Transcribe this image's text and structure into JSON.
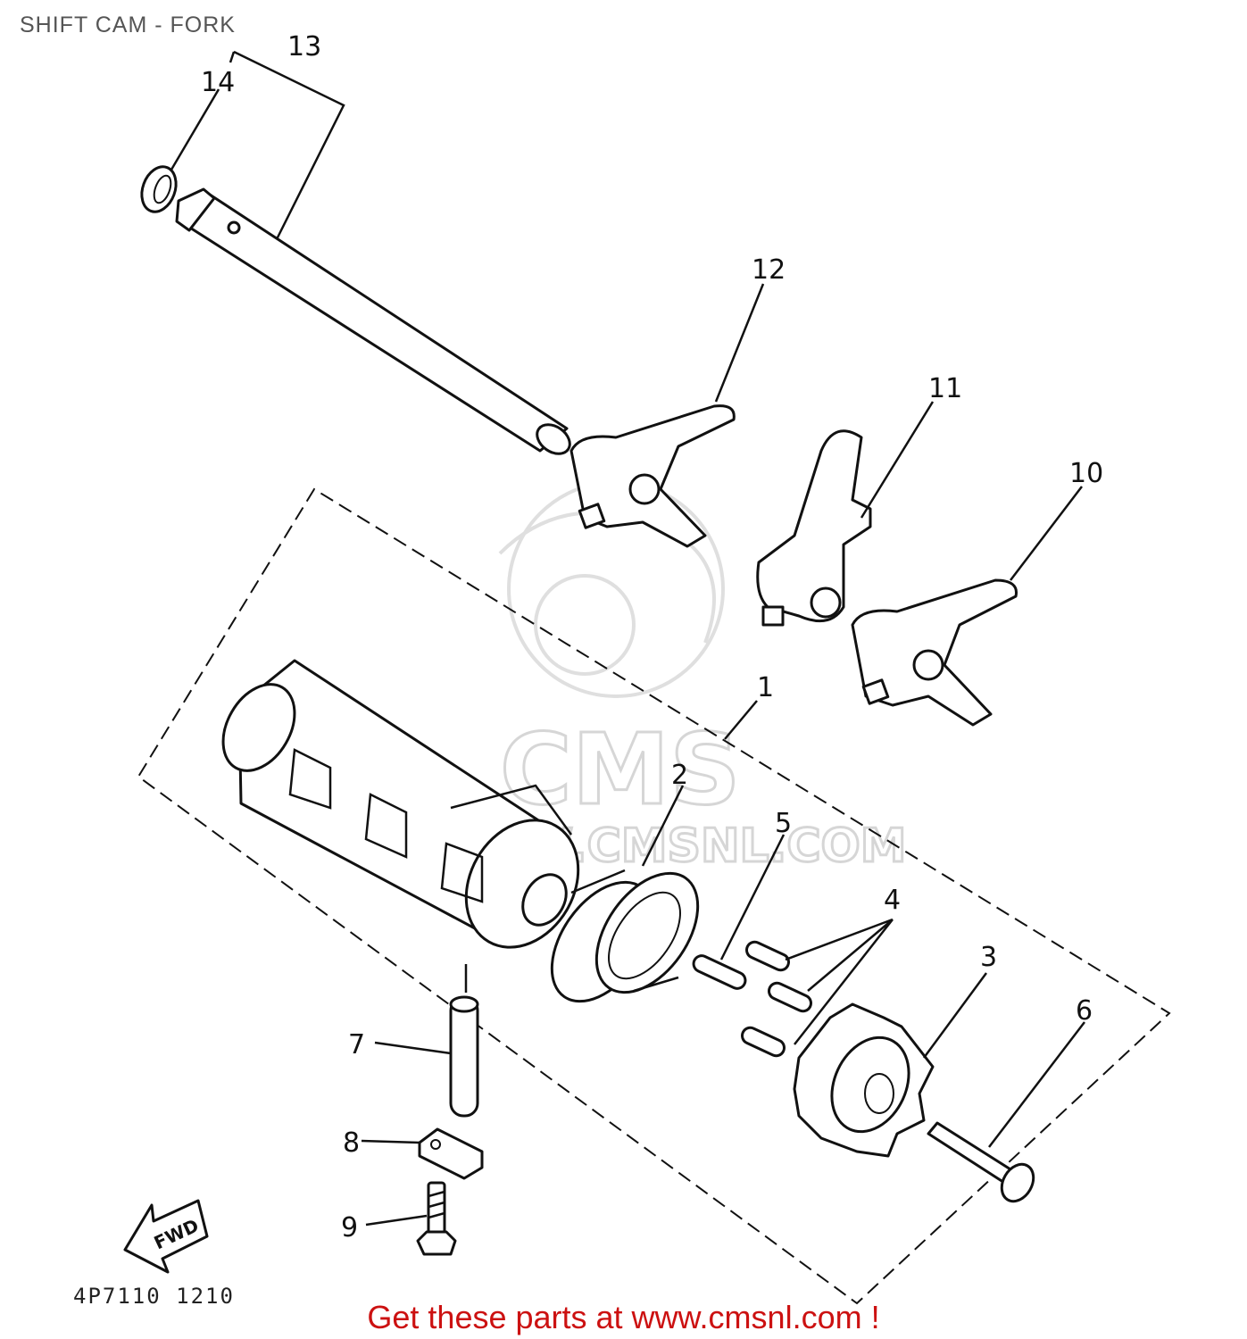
{
  "title": "SHIFT CAM - FORK",
  "diagram_code": "4P7110 1210",
  "promo_text": "Get these parts at www.cmsnl.com !",
  "watermark": {
    "brand": "CMS",
    "url": "WWW.CMSNL.COM",
    "color": "#d2d2d2"
  },
  "direction_marker": "FWD",
  "callouts": [
    "1",
    "2",
    "3",
    "4",
    "5",
    "6",
    "7",
    "8",
    "9",
    "10",
    "11",
    "12",
    "13",
    "14"
  ],
  "colors": {
    "line": "#111111",
    "promo": "#cc1111",
    "title": "#555555"
  }
}
